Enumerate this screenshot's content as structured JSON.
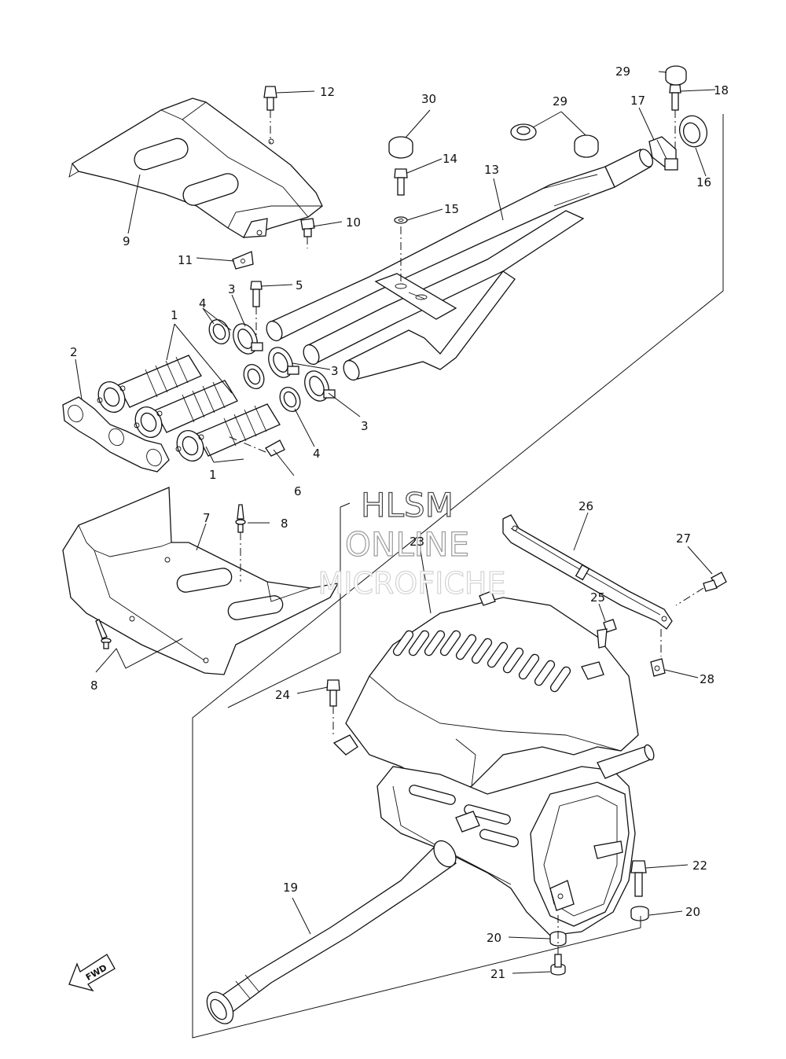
{
  "watermark": {
    "line1": "HLSM",
    "line2": "ONLINE",
    "line3": "MICROFICHE"
  },
  "direction_label": "FWD",
  "callouts": [
    {
      "id": "c1a",
      "text": "1"
    },
    {
      "id": "c1b",
      "text": "1"
    },
    {
      "id": "c2",
      "text": "2"
    },
    {
      "id": "c3a",
      "text": "3"
    },
    {
      "id": "c3b",
      "text": "3"
    },
    {
      "id": "c3c",
      "text": "3"
    },
    {
      "id": "c4a",
      "text": "4"
    },
    {
      "id": "c4b",
      "text": "4"
    },
    {
      "id": "c5",
      "text": "5"
    },
    {
      "id": "c6",
      "text": "6"
    },
    {
      "id": "c7",
      "text": "7"
    },
    {
      "id": "c8a",
      "text": "8"
    },
    {
      "id": "c8b",
      "text": "8"
    },
    {
      "id": "c9",
      "text": "9"
    },
    {
      "id": "c10",
      "text": "10"
    },
    {
      "id": "c11",
      "text": "11"
    },
    {
      "id": "c12",
      "text": "12"
    },
    {
      "id": "c13",
      "text": "13"
    },
    {
      "id": "c14",
      "text": "14"
    },
    {
      "id": "c15",
      "text": "15"
    },
    {
      "id": "c16",
      "text": "16"
    },
    {
      "id": "c17",
      "text": "17"
    },
    {
      "id": "c18",
      "text": "18"
    },
    {
      "id": "c19",
      "text": "19"
    },
    {
      "id": "c20a",
      "text": "20"
    },
    {
      "id": "c20b",
      "text": "20"
    },
    {
      "id": "c21",
      "text": "21"
    },
    {
      "id": "c22",
      "text": "22"
    },
    {
      "id": "c23",
      "text": "23"
    },
    {
      "id": "c24",
      "text": "24"
    },
    {
      "id": "c25",
      "text": "25"
    },
    {
      "id": "c26",
      "text": "26"
    },
    {
      "id": "c27",
      "text": "27"
    },
    {
      "id": "c28",
      "text": "28"
    },
    {
      "id": "c29a",
      "text": "29"
    },
    {
      "id": "c29b",
      "text": "29"
    },
    {
      "id": "c30",
      "text": "30"
    }
  ]
}
